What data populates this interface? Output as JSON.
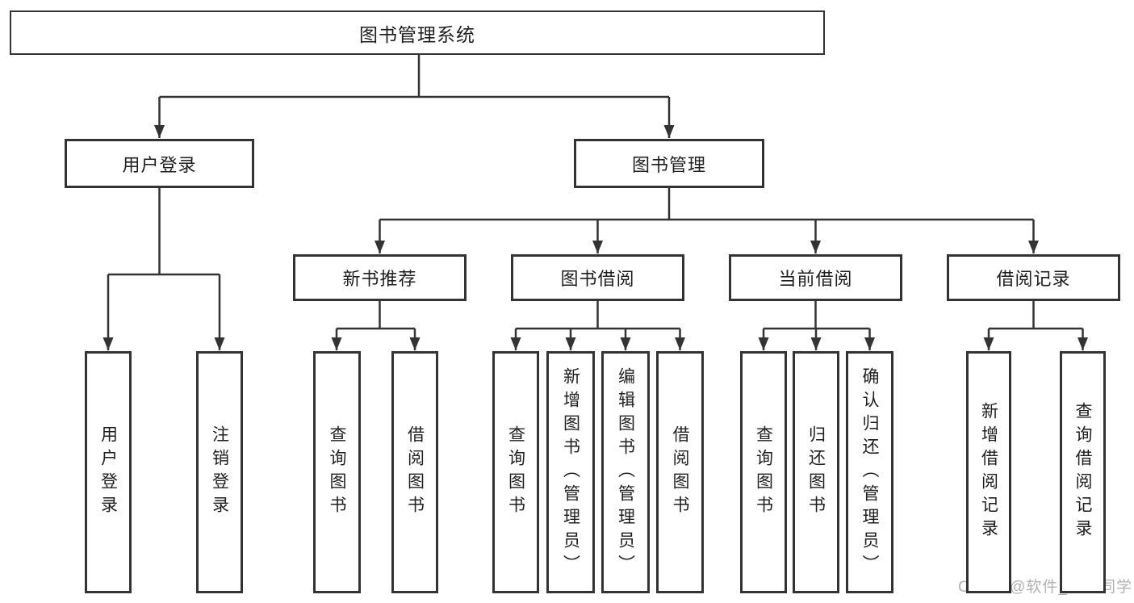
{
  "diagram": {
    "root": {
      "label": "图书管理系统"
    },
    "branches": [
      {
        "label": "用户登录",
        "children": [
          {
            "label": "用户登录"
          },
          {
            "label": "注销登录"
          }
        ]
      },
      {
        "label": "图书管理",
        "children": [
          {
            "label": "新书推荐",
            "children": [
              {
                "label": "查询图书"
              },
              {
                "label": "借阅图书"
              }
            ]
          },
          {
            "label": "图书借阅",
            "children": [
              {
                "label": "查询图书"
              },
              {
                "label": "新增图书（管理员）"
              },
              {
                "label": "编辑图书（管理员）"
              },
              {
                "label": "借阅图书"
              }
            ]
          },
          {
            "label": "当前借阅",
            "children": [
              {
                "label": "查询图书"
              },
              {
                "label": "归还图书"
              },
              {
                "label": "确认归还（管理员）"
              }
            ]
          },
          {
            "label": "借阅记录",
            "children": [
              {
                "label": "新增借阅记录"
              },
              {
                "label": "查询借阅记录"
              }
            ]
          }
        ]
      }
    ]
  },
  "watermark": "CSDN @软件_小贺同学",
  "colors": {
    "line": "#333333",
    "box_border": "#333333",
    "text": "#1e1e1e",
    "watermark": "#b2b2b2",
    "background": "#ffffff"
  }
}
